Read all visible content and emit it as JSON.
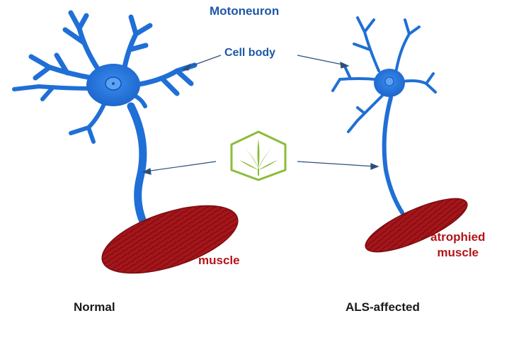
{
  "diagram": {
    "title": "Motoneuron",
    "cell_body_label": "Cell body",
    "normal": {
      "muscle_label": "muscle",
      "caption": "Normal"
    },
    "als": {
      "muscle_label_line1": "atrophied",
      "muscle_label_line2": "muscle",
      "caption": "ALS-affected"
    },
    "colors": {
      "neuron": "#1f6fd6",
      "neuron_dark": "#1552ad",
      "muscle": "#a5151a",
      "label_blue": "#1e57a8",
      "label_red": "#b3141a",
      "logo_green": "#8bbd3a"
    },
    "center_icon": "cannabis-leaf-hexagon-icon"
  }
}
